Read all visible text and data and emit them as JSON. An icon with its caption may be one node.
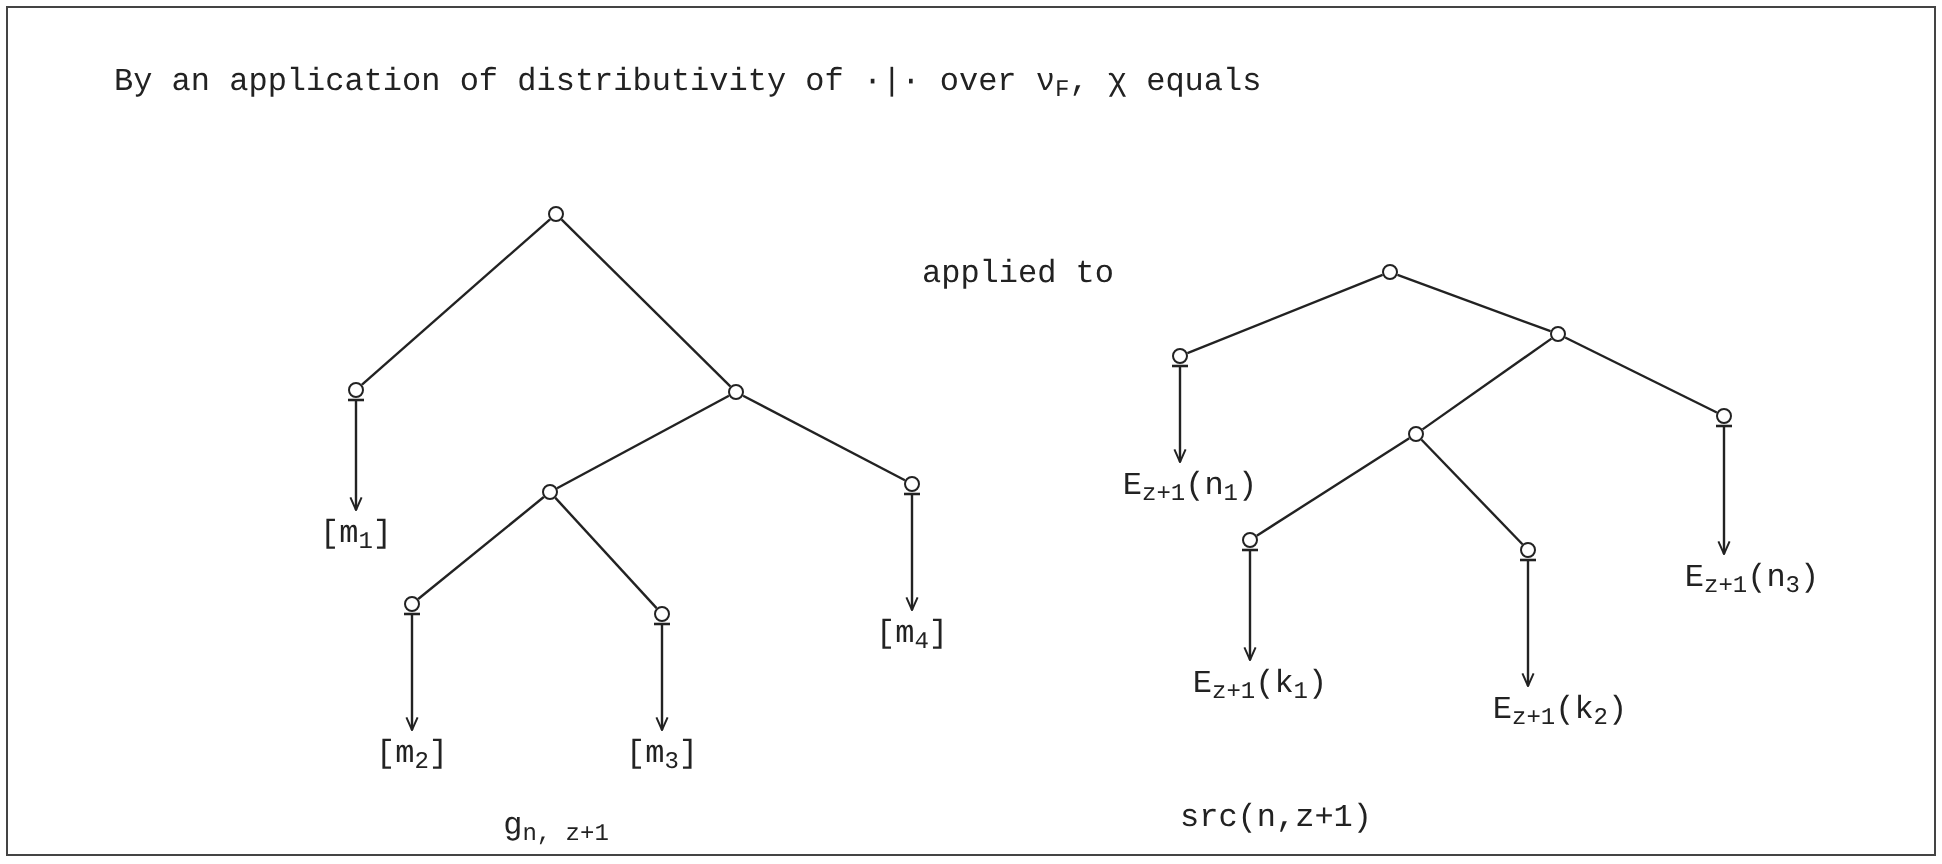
{
  "diagram": {
    "title": "By an application of distributivity of ·|· over ν$_{F}$,  χ equals",
    "nodes": [
      {
        "text": [],
        "shape": "circle"
      },
      {
        "text": [],
        "shape": "circle"
      },
      {
        "text": [],
        "shape": "circle"
      },
      {
        "text": [],
        "shape": "circle"
      },
      {
        "text": [],
        "shape": "circle"
      },
      {
        "text": [],
        "shape": "circle"
      },
      {
        "text": [],
        "shape": "circle"
      },
      {
        "text": [
          "[m$_{1}$]"
        ]
      },
      {
        "text": [
          "[m$_{4}$]"
        ]
      },
      {
        "text": [
          "[m$_{2}$]"
        ]
      },
      {
        "text": [
          "[m$_{3}$]"
        ]
      },
      {
        "text": [],
        "shape": "circle"
      },
      {
        "text": [],
        "shape": "circle"
      },
      {
        "text": [],
        "shape": "circle"
      },
      {
        "text": [],
        "shape": "circle"
      },
      {
        "text": [],
        "shape": "circle"
      },
      {
        "text": [],
        "shape": "circle"
      },
      {
        "text": [],
        "shape": "circle"
      },
      {
        "text": [
          "E$_{z+1}$(n$_{1}$)"
        ]
      },
      {
        "text": [
          "E$_{z+1}$(n$_{3}$)"
        ]
      },
      {
        "text": [
          "E$_{z+1}$(k$_{1}$)"
        ]
      },
      {
        "text": [
          "E$_{z+1}$(k$_{2}$)"
        ]
      }
    ],
    "edges": [
      {
        "from": 0,
        "to": 1,
        "arrow": "none"
      },
      {
        "from": 0,
        "to": 2,
        "arrow": "none"
      },
      {
        "from": 2,
        "to": 3,
        "arrow": "none"
      },
      {
        "from": 2,
        "to": 4,
        "arrow": "none"
      },
      {
        "from": 3,
        "to": 5,
        "arrow": "none"
      },
      {
        "from": 3,
        "to": 6,
        "arrow": "none"
      },
      {
        "from": 1,
        "to": 7,
        "arrow": "to"
      },
      {
        "from": 4,
        "to": 8,
        "arrow": "to"
      },
      {
        "from": 5,
        "to": 9,
        "arrow": "to"
      },
      {
        "from": 6,
        "to": 10,
        "arrow": "to"
      },
      {
        "from": 11,
        "to": 12,
        "arrow": "none"
      },
      {
        "from": 11,
        "to": 13,
        "arrow": "none"
      },
      {
        "from": 13,
        "to": 14,
        "arrow": "none"
      },
      {
        "from": 13,
        "to": 15,
        "arrow": "none"
      },
      {
        "from": 14,
        "to": 16,
        "arrow": "none"
      },
      {
        "from": 14,
        "to": 17,
        "arrow": "none"
      },
      {
        "from": 12,
        "to": 18,
        "arrow": "to"
      },
      {
        "from": 15,
        "to": 19,
        "arrow": "to"
      },
      {
        "from": 16,
        "to": 20,
        "arrow": "to"
      },
      {
        "from": 17,
        "to": 21,
        "arrow": "to"
      }
    ],
    "labels": [
      "applied to",
      "g$_{n, z+1}$",
      "src(n,z+1)"
    ]
  }
}
